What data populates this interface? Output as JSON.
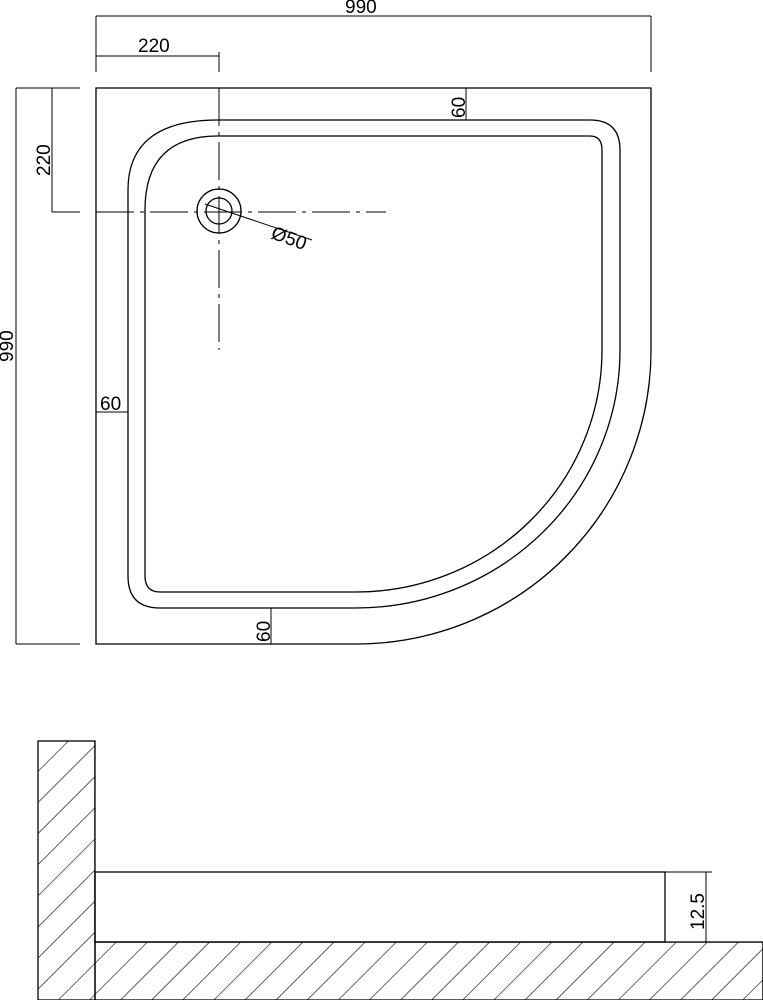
{
  "dimensions": {
    "overall_width": "990",
    "overall_depth": "990",
    "drain_offset_x": "220",
    "drain_offset_y": "220",
    "rim_top": "60",
    "rim_left": "60",
    "rim_bottom": "60",
    "drain_diameter": "Ø50",
    "section_height": "12.5"
  },
  "colors": {
    "line": "#000000",
    "background": "#ffffff"
  }
}
